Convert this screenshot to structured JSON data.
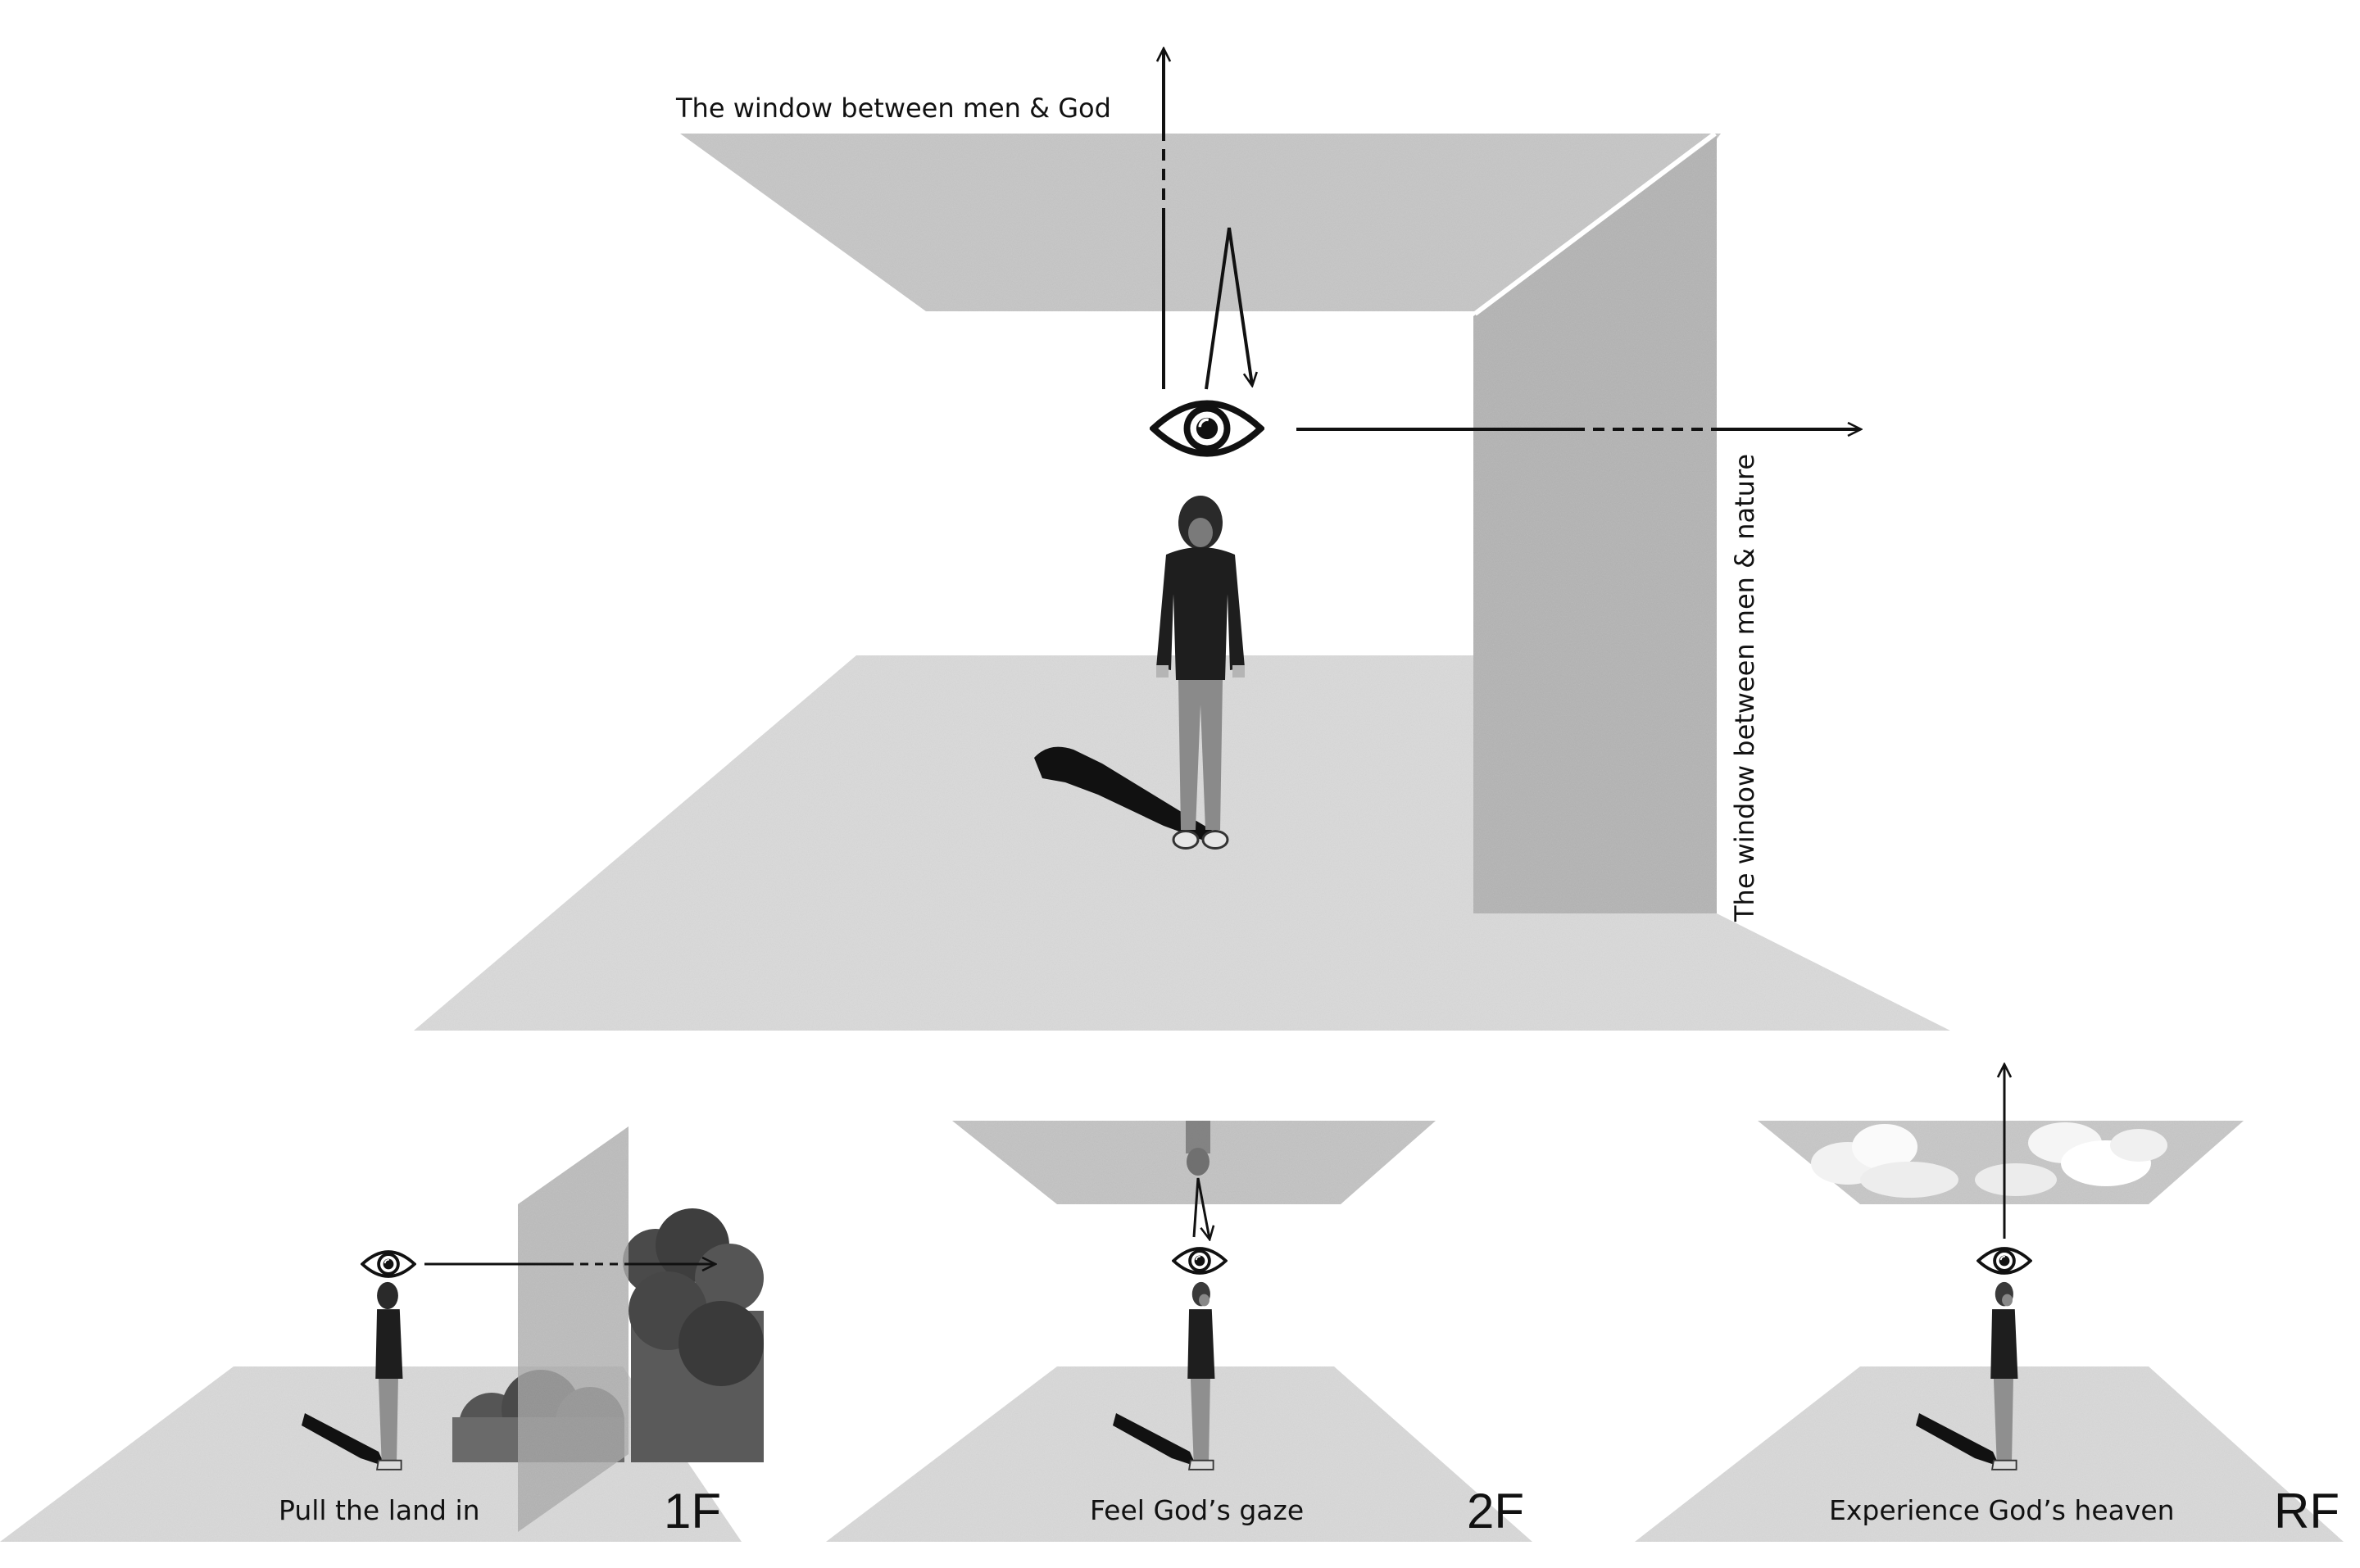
{
  "main": {
    "label_top": "The window between men & God",
    "label_side": "The window between men & nature"
  },
  "floors": [
    {
      "tag": "1F",
      "caption": "Pull the land in"
    },
    {
      "tag": "2F",
      "caption": "Feel God’s gaze"
    },
    {
      "tag": "RF",
      "caption": "Experience God’s heaven"
    }
  ],
  "icons": [
    "eye-icon",
    "arrow-up-icon",
    "arrow-right-icon",
    "person-figure",
    "tree-cluster",
    "cloud-cluster"
  ],
  "colors": {
    "slab": "#d9d9d9",
    "wall": "#bdbdbd",
    "ceiling": "#c4c4c4",
    "ink": "#111111"
  }
}
